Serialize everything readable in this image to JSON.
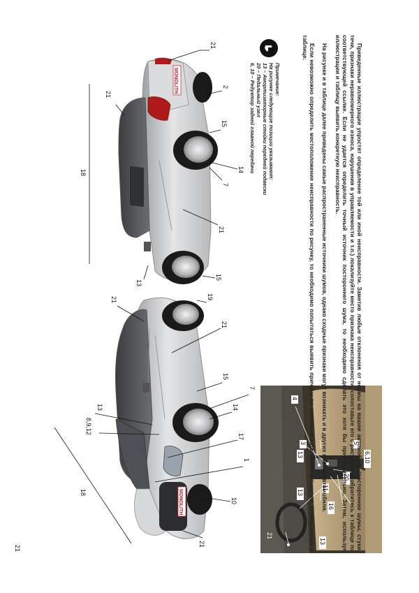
{
  "text": {
    "para1": "Приведенные иллюстрации упростят определение той или иной неисправности. Заметив любые отклонения от нормы на вашем автомобиле (посторонние шумы, стуки, течи, признаки неравномерного износа, нарушения в управляемости и т.п.) локализуйте место признака неисправности, сопоставьте его с рисунком и обратитесь к таблице по соответствующей ссылке. Если не удается определить точный источник постороннего шума, то необходимо сделать это хотя бы приблизительно. Затем, используя иллюстрации и таблицу выявить конкретную неисправность.",
    "para2": "На рисунке и в таблице далее приведены самые распространенные источники шумов, однако сходные признаки могут возникать и в других местах автомобиля.",
    "para3": "Если невозможно определить местоположение неисправности по рисунку, то необходимо попытаться выявить причину по основным категориям и пунктам, приведенным в таблице.",
    "note_title": "Примечание:",
    "note_lines": [
      "На рисунке следующие позиции указывают:",
      "13 – Амортизаторные стойки передней подвески",
      "20 – Педальный узел",
      "6, 10 – Редуктор задней главной передачи"
    ]
  },
  "front_car": {
    "labels": [
      "21",
      "13",
      "8,9,12",
      "18",
      "17",
      "1",
      "10",
      "21",
      "15",
      "7",
      "14",
      "21",
      "19",
      "21"
    ]
  },
  "rear_car": {
    "labels": [
      "21",
      "2",
      "21",
      "18",
      "15",
      "14",
      "7",
      "21",
      "13",
      "15"
    ]
  },
  "interior": {
    "labels": [
      "4",
      "3",
      "13",
      "13",
      "6,10",
      "5",
      "20",
      "11",
      "16",
      "21",
      "13"
    ]
  },
  "brand_text": "MONOLITH",
  "colors": {
    "car_body": "#c9cbcd",
    "tail_light": "#b01a1a",
    "tire": "#1a1a1a"
  }
}
